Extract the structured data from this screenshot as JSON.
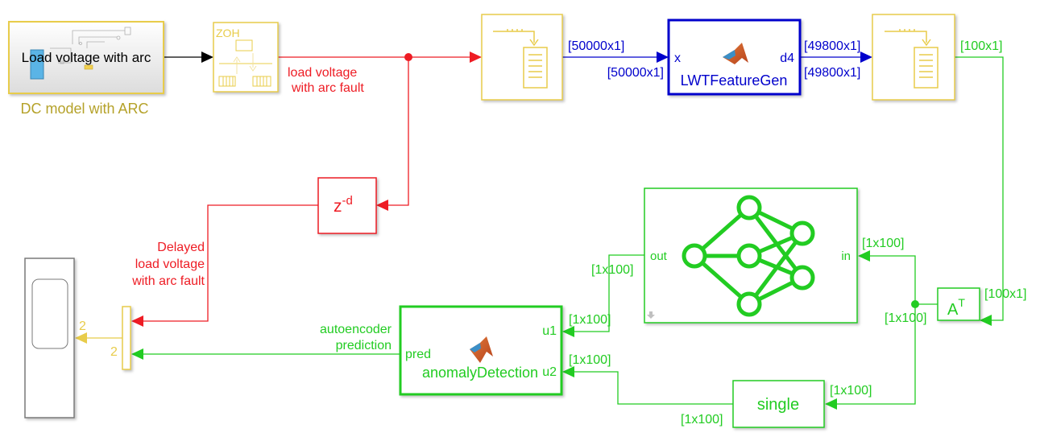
{
  "colors": {
    "yellow": "#e8cc4a",
    "yellow_text": "#b5a22a",
    "red": "#ee1c24",
    "blue": "#0000cc",
    "green": "#22cc22",
    "black": "#000000",
    "gray": "#7a7a7a"
  },
  "blocks": {
    "dc_model": {
      "inner_label": "Load voltage with arc",
      "caption": "DC model with ARC"
    },
    "zoh": {
      "label": "ZOH"
    },
    "buffer1": {
      "icon": "buffer-icon"
    },
    "lwt": {
      "name": "LWTFeatureGen",
      "in_port": "x",
      "out_port": "d4",
      "icon": "matlab-logo-icon"
    },
    "buffer2": {
      "icon": "buffer-icon"
    },
    "delay": {
      "base": "z",
      "exponent": "-d"
    },
    "autoencoder": {
      "in_port": "in",
      "out_port": "out",
      "icon": "neural-network-icon"
    },
    "transpose": {
      "base": "A",
      "exponent": "T"
    },
    "single": {
      "label": "single"
    },
    "anomaly": {
      "name": "anomalyDetection",
      "in_port1": "u1",
      "in_port2": "u2",
      "out_port": "pred",
      "icon": "matlab-logo-icon"
    },
    "mux": {
      "count_label": "2"
    },
    "scope": {
      "icon": "scope-icon"
    }
  },
  "signals": {
    "load_voltage_label_line1": "load voltage",
    "load_voltage_label_line2": "with arc fault",
    "delayed_label_line1": "Delayed",
    "delayed_label_line2": "load voltage",
    "delayed_label_line3": "with arc fault",
    "autoenc_label_line1": "autoencoder",
    "autoenc_label_line2": "prediction",
    "mux_out_width": "2"
  },
  "dims": {
    "buf1_out": "[50000x1]",
    "lwt_in": "[50000x1]",
    "lwt_out_top": "[49800x1]",
    "lwt_out_bottom": "[49800x1]",
    "buf2_out": "[100x1]",
    "transpose_in": "[100x1]",
    "transpose_out": "[1x100]",
    "ae_in": "[1x100]",
    "ae_out": "[1x100]",
    "u1_in": "[1x100]",
    "u2_in": "[1x100]",
    "single_in": "[1x100]",
    "single_out": "[1x100]"
  }
}
